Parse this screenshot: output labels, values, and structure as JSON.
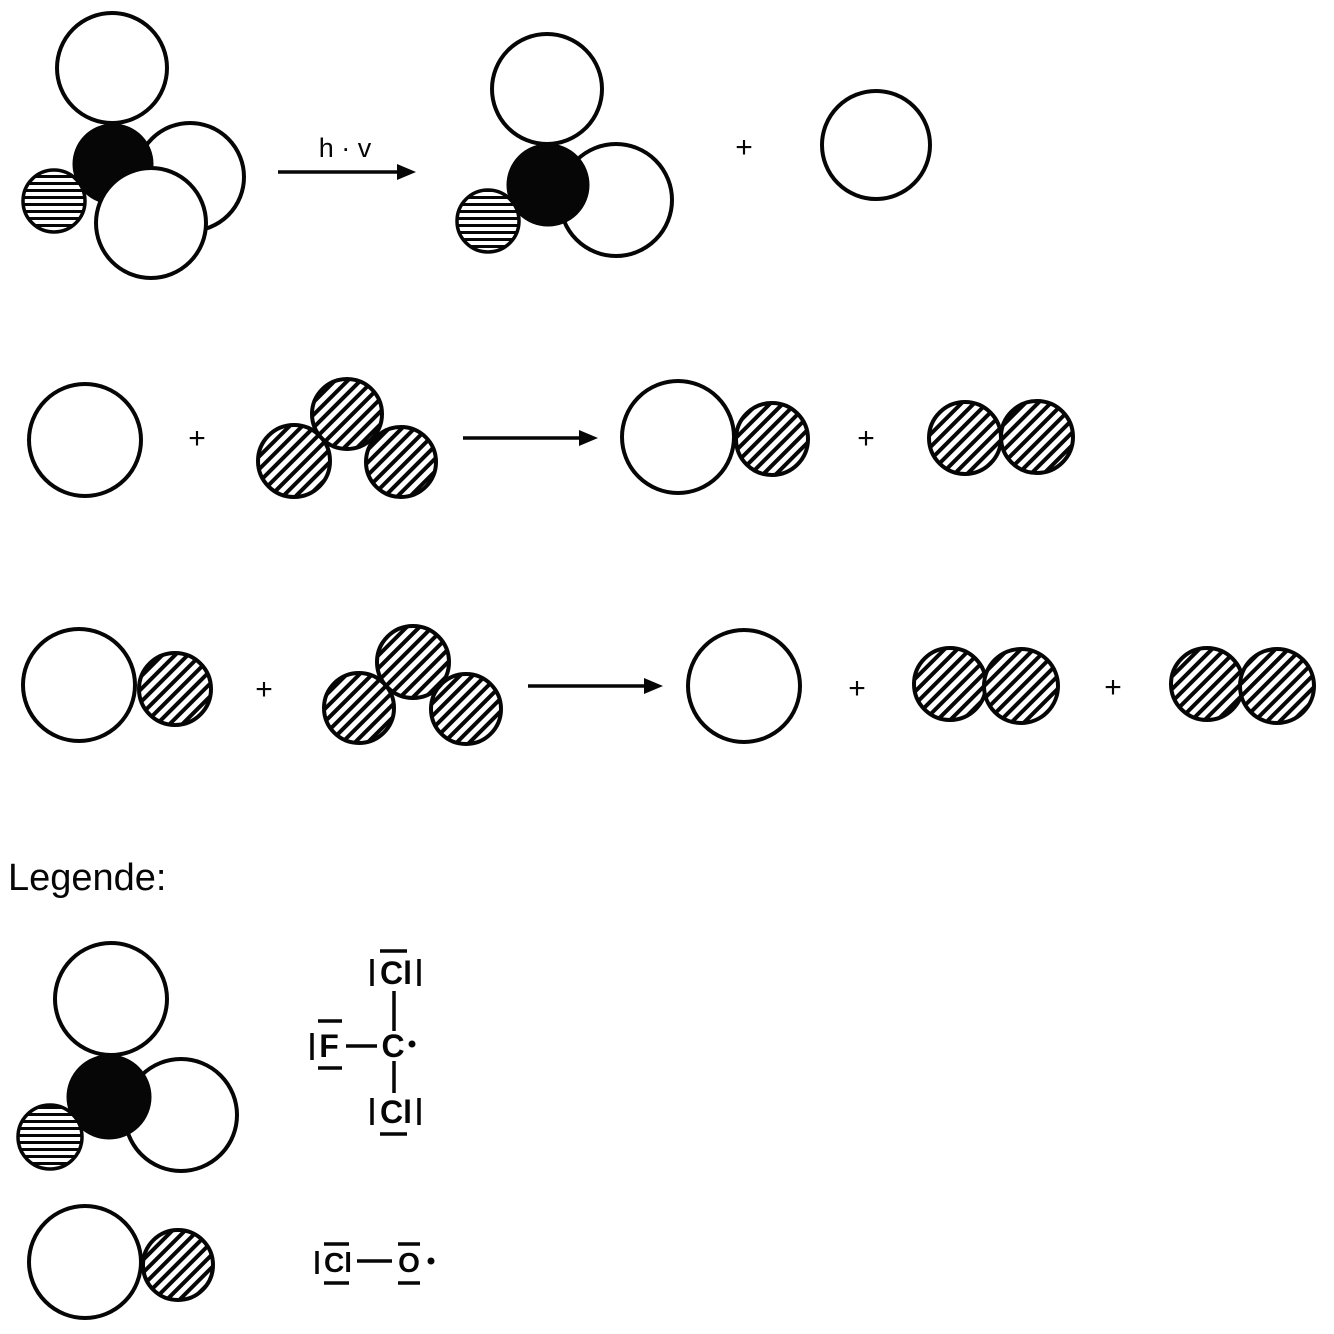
{
  "labels": {
    "light": "h · v",
    "plus": "+"
  },
  "legend": {
    "title": "Legende:"
  },
  "lewis_cfcl2": {
    "chlorine_top": "Cl",
    "fluorine": "F",
    "carbon": "C",
    "chlorine_bottom": "Cl"
  },
  "lewis_clo": {
    "chlorine": "Cl",
    "oxygen": "O"
  },
  "colors": {
    "ink": "#060606",
    "background": "#ffffff"
  }
}
